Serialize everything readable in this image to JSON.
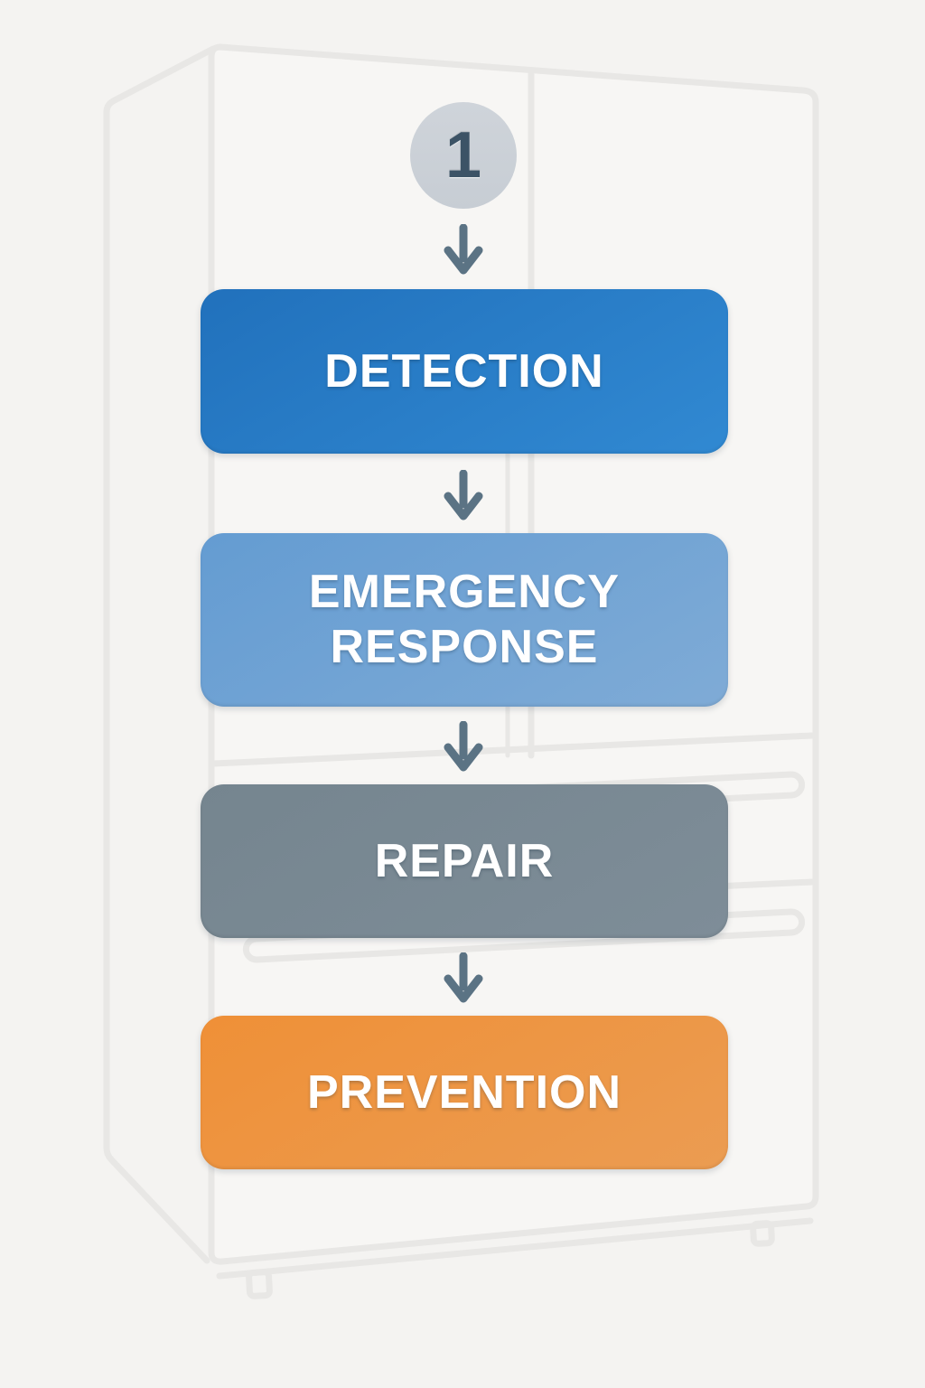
{
  "step_indicator": {
    "number": "1",
    "circle_color": "#cbd1d7",
    "number_color": "#3c5366"
  },
  "flow": {
    "arrow_icon": "arrow-down",
    "arrow_color": "#5b7384",
    "stages": [
      {
        "id": "detection",
        "label": "DETECTION",
        "color_start": "#2171bc",
        "color_end": "#3189d2",
        "text_color": "#ffffff"
      },
      {
        "id": "emergency-response",
        "label": "EMERGENCY RESPONSE",
        "color_start": "#649cd2",
        "color_end": "#7fabd6",
        "text_color": "#ffffff"
      },
      {
        "id": "repair",
        "label": "REPAIR",
        "color_start": "#75858f",
        "color_end": "#7e8d98",
        "text_color": "#ffffff"
      },
      {
        "id": "prevention",
        "label": "PREVENTION",
        "color_start": "#ef9037",
        "color_end": "#eb9c52",
        "text_color": "#ffffff"
      }
    ]
  },
  "background_art": {
    "icon": "refrigerator-outline",
    "line_color": "#e8e7e5",
    "page_background": "#f4f3f1"
  }
}
